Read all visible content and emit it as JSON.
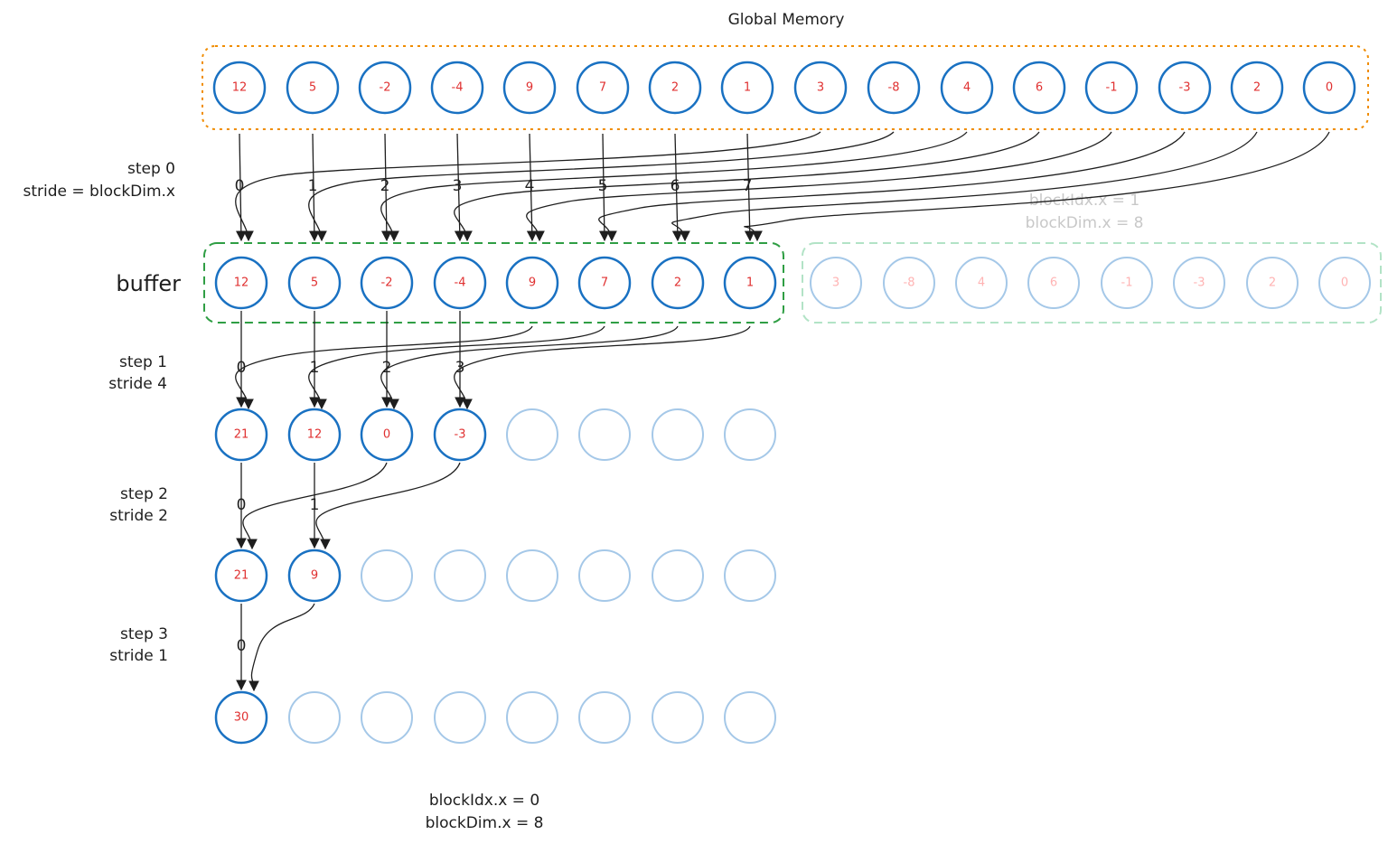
{
  "title": "Global Memory",
  "buffer_label": "buffer",
  "global_memory": {
    "values": [
      "12",
      "5",
      "-2",
      "-4",
      "9",
      "7",
      "2",
      "1",
      "3",
      "-8",
      "4",
      "6",
      "-1",
      "-3",
      "2",
      "0"
    ]
  },
  "buffer": {
    "active_values": [
      "12",
      "5",
      "-2",
      "-4",
      "9",
      "7",
      "2",
      "1"
    ],
    "inactive_values": [
      "3",
      "-8",
      "4",
      "6",
      "-1",
      "-3",
      "2",
      "0"
    ]
  },
  "steps": [
    {
      "line1": "step 0",
      "line2": "stride = blockDim.x",
      "indices": [
        "0",
        "1",
        "2",
        "3",
        "4",
        "5",
        "6",
        "7"
      ]
    },
    {
      "line1": "step 1",
      "line2": "stride 4",
      "indices": [
        "0",
        "1",
        "2",
        "3"
      ],
      "values": [
        "21",
        "12",
        "0",
        "-3"
      ]
    },
    {
      "line1": "step 2",
      "line2": "stride 2",
      "indices": [
        "0",
        "1"
      ],
      "values": [
        "21",
        "9"
      ]
    },
    {
      "line1": "step 3",
      "line2": "stride 1",
      "indices": [
        "0"
      ],
      "values": [
        "30"
      ]
    }
  ],
  "block0": {
    "line1": "blockIdx.x = 0",
    "line2": "blockDim.x = 8"
  },
  "block1": {
    "line1": "blockIdx.x = 1",
    "line2": "blockDim.x = 8"
  },
  "colors": {
    "node_stroke": "#1971c2",
    "node_faded": "#a5c8e8",
    "value_text": "#e03131",
    "value_faded": "#ffb3b3",
    "global_border": "#f08c00",
    "buffer_border": "#2f9e44",
    "buffer_faded_border": "#b2e3c6",
    "arrow": "#1e1e1e"
  }
}
